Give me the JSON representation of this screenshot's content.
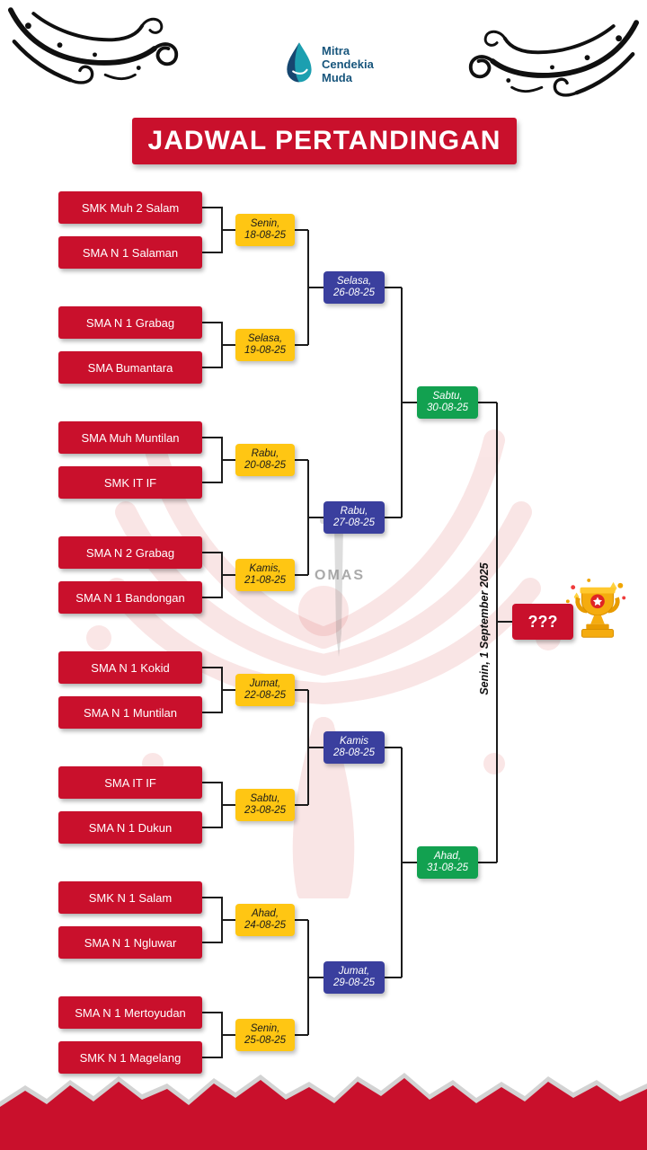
{
  "logo": {
    "line1": "Mitra",
    "line2": "Cendekia",
    "line3": "Muda"
  },
  "title": "JADWAL PERTANDINGAN",
  "bracket": {
    "round1": [
      {
        "teamA": "SMK Muh 2 Salam",
        "teamB": "SMA N 1 Salaman",
        "day": "Senin,",
        "date": "18-08-25"
      },
      {
        "teamA": "SMA N 1 Grabag",
        "teamB": "SMA Bumantara",
        "day": "Selasa,",
        "date": "19-08-25"
      },
      {
        "teamA": "SMA Muh Muntilan",
        "teamB": "SMK IT IF",
        "day": "Rabu,",
        "date": "20-08-25"
      },
      {
        "teamA": "SMA N 2 Grabag",
        "teamB": "SMA N 1 Bandongan",
        "day": "Kamis,",
        "date": "21-08-25"
      },
      {
        "teamA": "SMA N 1 Kokid",
        "teamB": "SMA N 1 Muntilan",
        "day": "Jumat,",
        "date": "22-08-25"
      },
      {
        "teamA": "SMA IT IF",
        "teamB": "SMA N 1 Dukun",
        "day": "Sabtu,",
        "date": "23-08-25"
      },
      {
        "teamA": "SMK N 1 Salam",
        "teamB": "SMA N 1 Ngluwar",
        "day": "Ahad,",
        "date": "24-08-25"
      },
      {
        "teamA": "SMA N 1 Mertoyudan",
        "teamB": "SMK N 1 Magelang",
        "day": "Senin,",
        "date": "25-08-25"
      }
    ],
    "round2": [
      {
        "day": "Selasa,",
        "date": "26-08-25"
      },
      {
        "day": "Rabu,",
        "date": "27-08-25"
      },
      {
        "day": "Kamis",
        "date": "28-08-25"
      },
      {
        "day": "Jumat,",
        "date": "29-08-25"
      }
    ],
    "semifinal": [
      {
        "day": "Sabtu,",
        "date": "30-08-25"
      },
      {
        "day": "Ahad,",
        "date": "31-08-25"
      }
    ],
    "final": {
      "date_label": "Senin, 1 September 2025",
      "winner_placeholder": "???"
    }
  },
  "watermark": {
    "text": "OMAS"
  },
  "icons": {
    "trophy": "trophy-icon",
    "logo_mark": "water-drop-logo",
    "corner_ornament": "calligraphic-swirl"
  },
  "colors": {
    "red": "#c9102c",
    "yellow": "#ffc613",
    "blue": "#3a3f9e",
    "green": "#12a150"
  }
}
